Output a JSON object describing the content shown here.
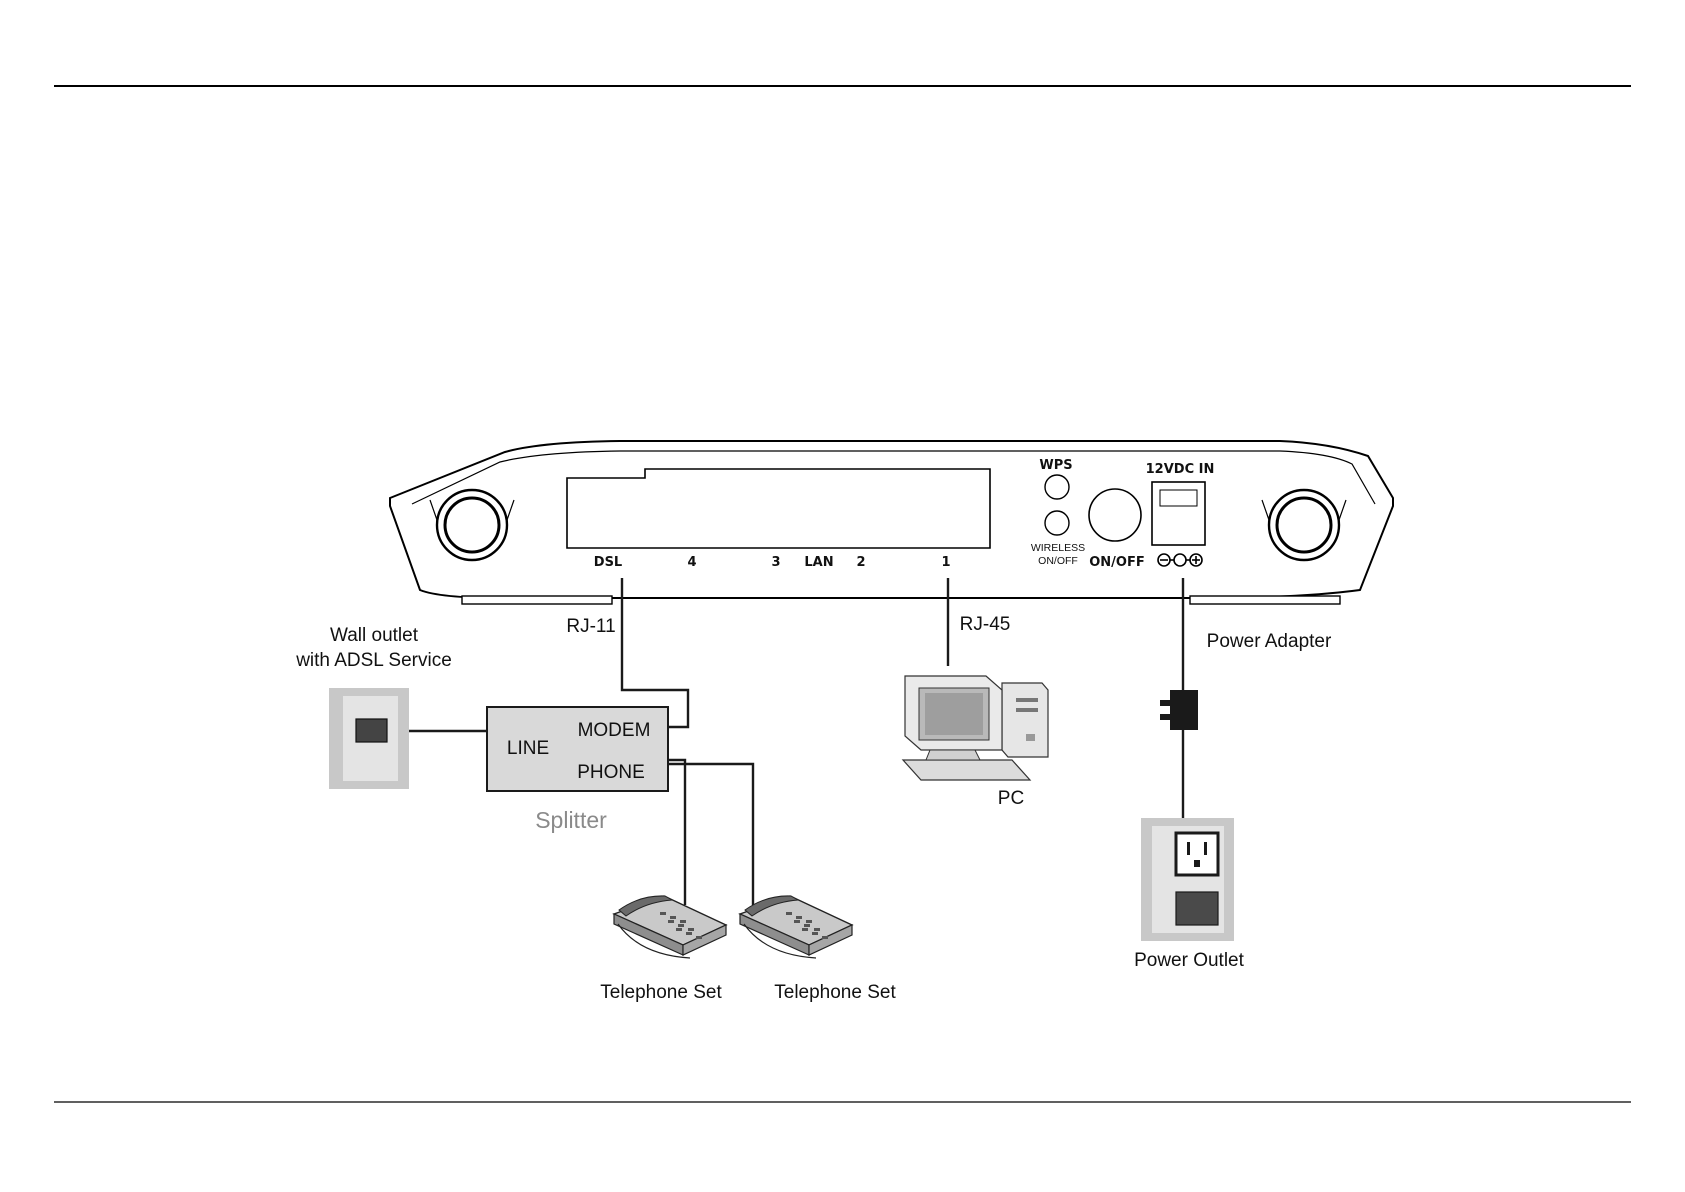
{
  "router": {
    "ports": {
      "dsl": "DSL",
      "lan4": "4",
      "lan3": "3",
      "lan_label": "LAN",
      "lan2": "2",
      "lan1": "1"
    },
    "wps": "WPS",
    "wireless_line1": "WIRELESS",
    "wireless_line2": "ON/OFF",
    "onoff": "ON/OFF",
    "power_in": "12VDC IN"
  },
  "labels": {
    "rj11": "RJ-11",
    "rj45": "RJ-45",
    "power_adapter": "Power Adapter",
    "wall_outlet_line1": "Wall outlet",
    "wall_outlet_line2": "with ADSL Service",
    "splitter_line": "LINE",
    "splitter_modem": "MODEM",
    "splitter_phone": "PHONE",
    "splitter": "Splitter",
    "pc": "PC",
    "telephone1": "Telephone Set",
    "telephone2": "Telephone Set",
    "power_outlet": "Power Outlet"
  },
  "colors": {
    "line": "#1a1a1a",
    "panel_grey": "#c8c8c8",
    "panel_light": "#e4e4e4",
    "splitter_fill": "#d9d9d9",
    "splitter_text": "#8a8a8a"
  }
}
